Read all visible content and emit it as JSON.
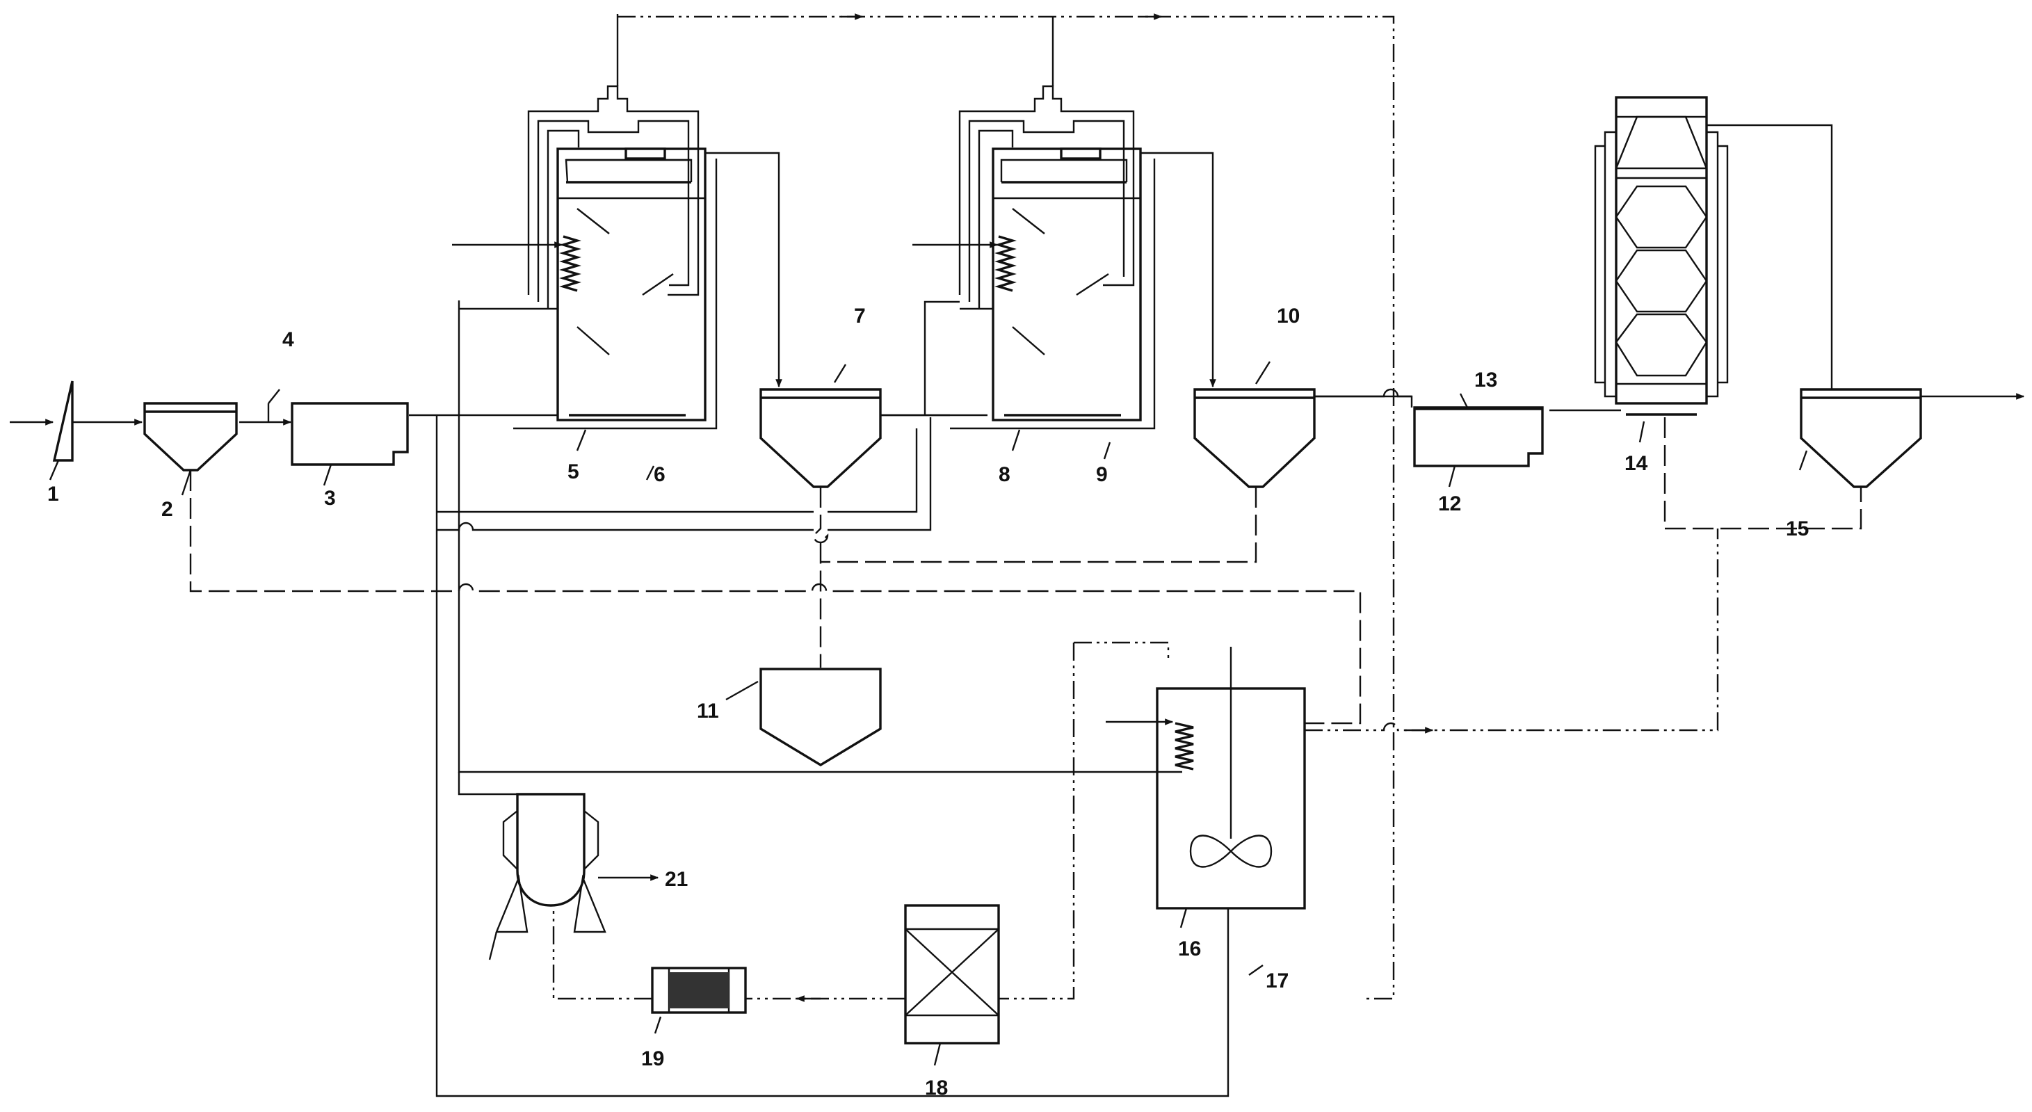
{
  "labels": {
    "n1": "1",
    "n2": "2",
    "n3": "3",
    "n4": "4",
    "n5": "5",
    "n6": "6",
    "n7": "7",
    "n8": "8",
    "n9": "9",
    "n10": "10",
    "n11": "11",
    "n12": "12",
    "n13": "13",
    "n14": "14",
    "n15": "15",
    "n16": "16",
    "n17": "17",
    "n18": "18",
    "n19": "19",
    "n21": "21"
  }
}
